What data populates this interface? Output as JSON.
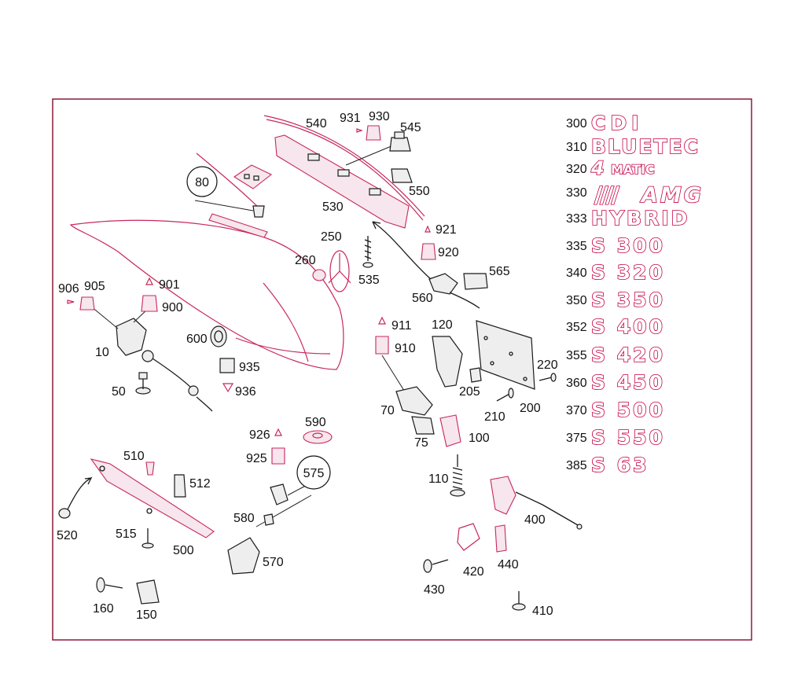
{
  "diagram": {
    "frame_color": "#8b1a3a",
    "part_color": "#c8285a",
    "callouts": [
      {
        "id": "c540",
        "text": "540"
      },
      {
        "id": "c931",
        "text": "931"
      },
      {
        "id": "c930",
        "text": "930"
      },
      {
        "id": "c545",
        "text": "545"
      },
      {
        "id": "c550",
        "text": "550"
      },
      {
        "id": "c530",
        "text": "530"
      },
      {
        "id": "c921",
        "text": "921"
      },
      {
        "id": "c920",
        "text": "920"
      },
      {
        "id": "c250",
        "text": "250"
      },
      {
        "id": "c260",
        "text": "260"
      },
      {
        "id": "c535",
        "text": "535"
      },
      {
        "id": "c565",
        "text": "565"
      },
      {
        "id": "c560",
        "text": "560"
      },
      {
        "id": "c906",
        "text": "906"
      },
      {
        "id": "c905",
        "text": "905"
      },
      {
        "id": "c901",
        "text": "901"
      },
      {
        "id": "c900",
        "text": "900"
      },
      {
        "id": "c10",
        "text": "10"
      },
      {
        "id": "c600",
        "text": "600"
      },
      {
        "id": "c935",
        "text": "935"
      },
      {
        "id": "c936",
        "text": "936"
      },
      {
        "id": "c50",
        "text": "50"
      },
      {
        "id": "c911",
        "text": "911"
      },
      {
        "id": "c910",
        "text": "910"
      },
      {
        "id": "c120",
        "text": "120"
      },
      {
        "id": "c205",
        "text": "205"
      },
      {
        "id": "c220",
        "text": "220"
      },
      {
        "id": "c210",
        "text": "210"
      },
      {
        "id": "c200",
        "text": "200"
      },
      {
        "id": "c70",
        "text": "70"
      },
      {
        "id": "c75",
        "text": "75"
      },
      {
        "id": "c100",
        "text": "100"
      },
      {
        "id": "c590",
        "text": "590"
      },
      {
        "id": "c926",
        "text": "926"
      },
      {
        "id": "c925",
        "text": "925"
      },
      {
        "id": "c580",
        "text": "580"
      },
      {
        "id": "c570",
        "text": "570"
      },
      {
        "id": "c510",
        "text": "510"
      },
      {
        "id": "c512",
        "text": "512"
      },
      {
        "id": "c520",
        "text": "520"
      },
      {
        "id": "c515",
        "text": "515"
      },
      {
        "id": "c500",
        "text": "500"
      },
      {
        "id": "c160",
        "text": "160"
      },
      {
        "id": "c150",
        "text": "150"
      },
      {
        "id": "c110",
        "text": "110"
      },
      {
        "id": "c400",
        "text": "400"
      },
      {
        "id": "c420",
        "text": "420"
      },
      {
        "id": "c440",
        "text": "440"
      },
      {
        "id": "c430",
        "text": "430"
      },
      {
        "id": "c410",
        "text": "410"
      }
    ],
    "circled": [
      {
        "id": "k80",
        "text": "80"
      },
      {
        "id": "k575",
        "text": "575"
      }
    ],
    "badges": [
      {
        "num": "300",
        "text": "CDI"
      },
      {
        "num": "310",
        "text": "BLUETEC"
      },
      {
        "num": "320",
        "text": "4MATIC",
        "prefix": "4",
        "rest": "MATIC"
      },
      {
        "num": "330",
        "text": "AMG",
        "stripes": "////"
      },
      {
        "num": "333",
        "text": "HYBRID"
      },
      {
        "num": "335",
        "text": "S 300"
      },
      {
        "num": "340",
        "text": "S 320"
      },
      {
        "num": "350",
        "text": "S 350"
      },
      {
        "num": "352",
        "text": "S 400"
      },
      {
        "num": "355",
        "text": "S 420"
      },
      {
        "num": "360",
        "text": "S 450"
      },
      {
        "num": "370",
        "text": "S 500"
      },
      {
        "num": "375",
        "text": "S 550"
      },
      {
        "num": "385",
        "text": "S 63"
      }
    ]
  }
}
